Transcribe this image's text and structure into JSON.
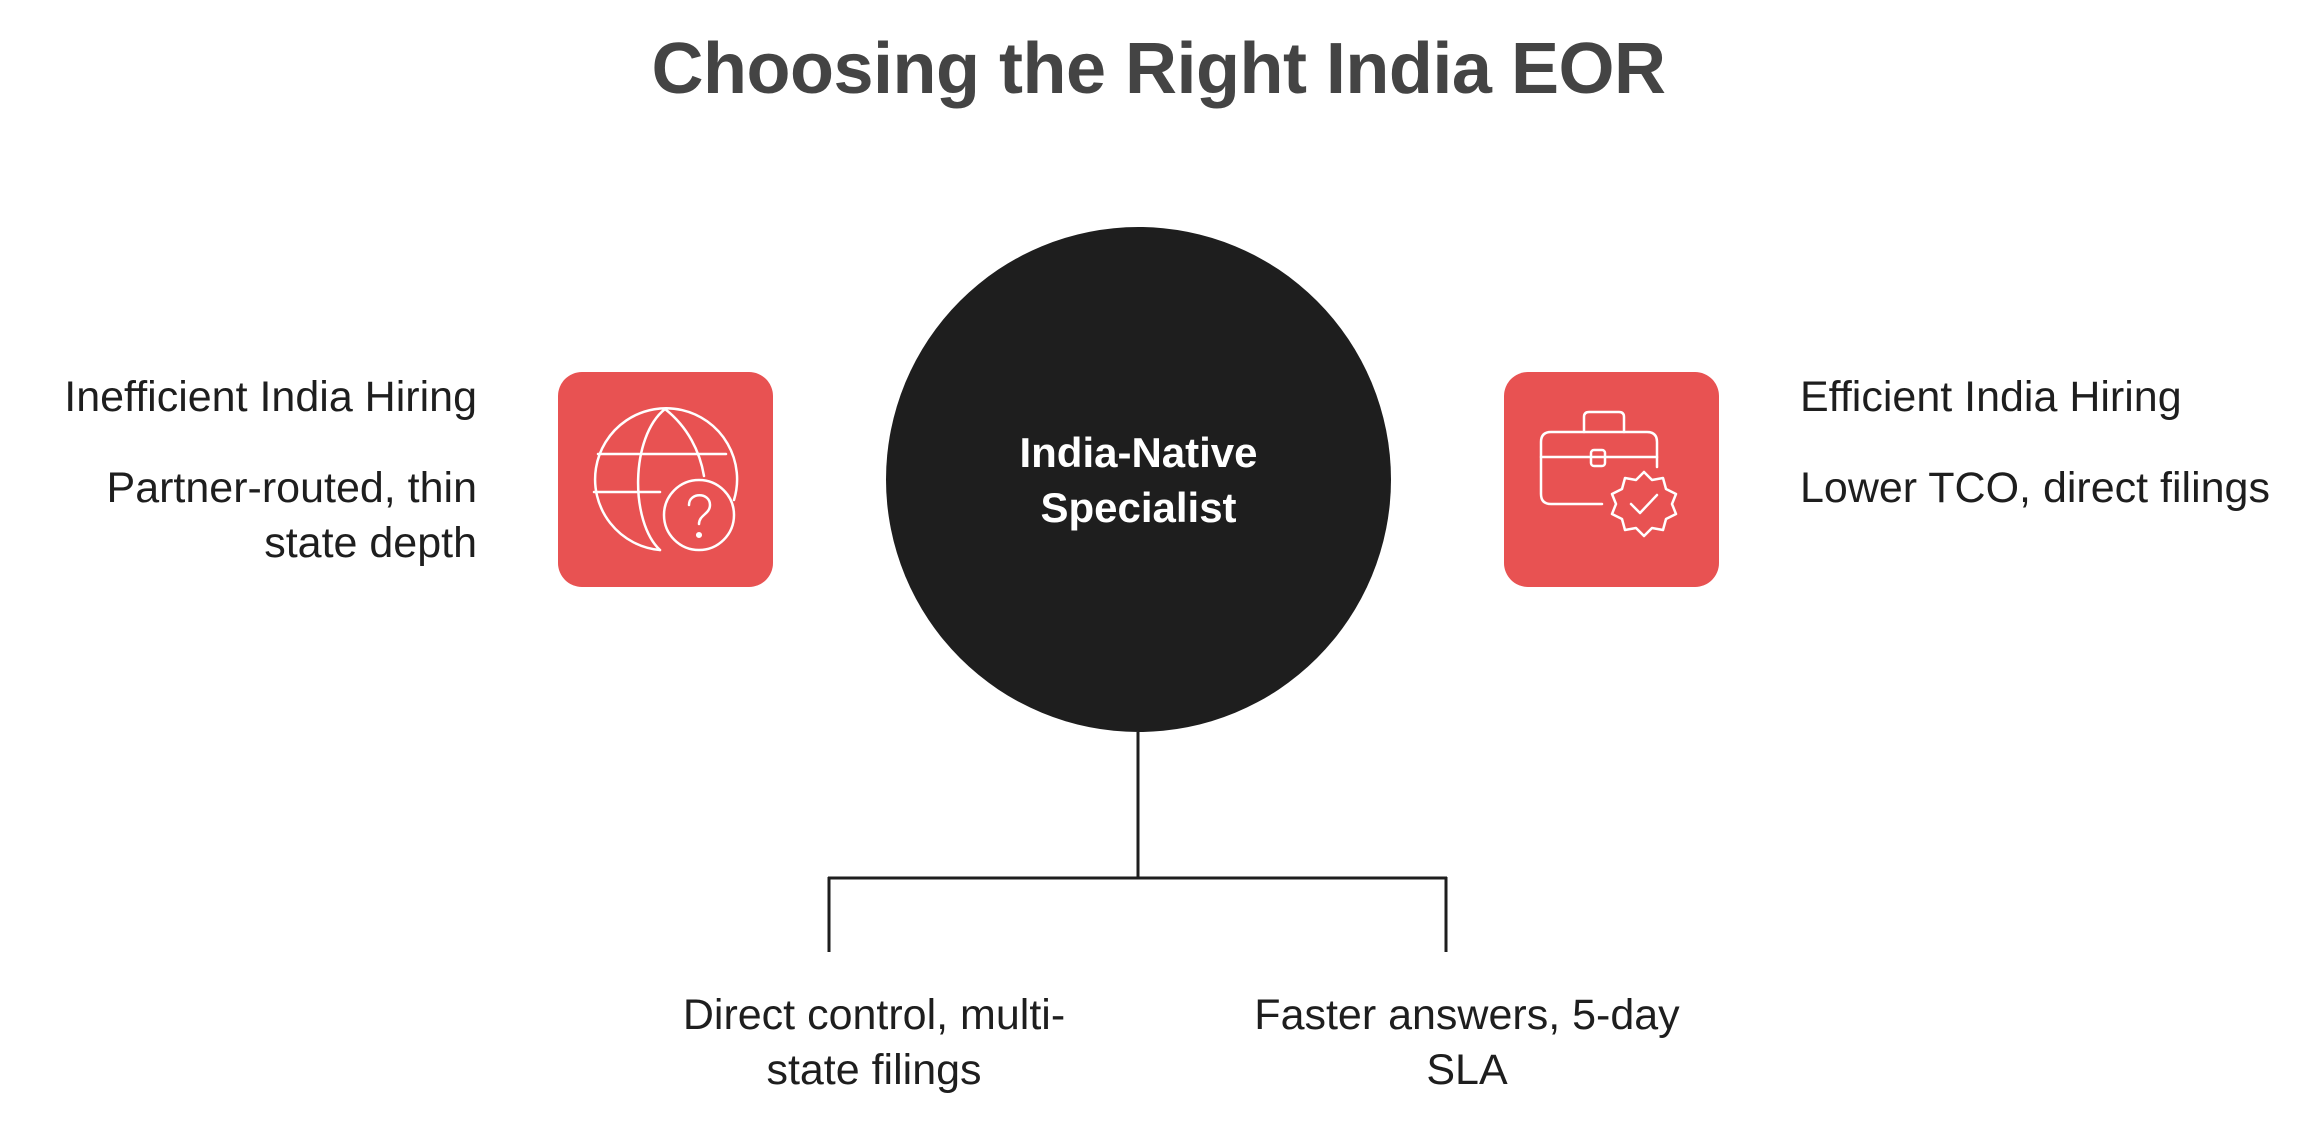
{
  "title": "Choosing the Right India EOR",
  "center": {
    "label": "India-Native Specialist"
  },
  "left": {
    "heading": "Inefficient India Hiring",
    "description": "Partner-routed, thin state depth",
    "icon": "globe-question-icon"
  },
  "right": {
    "heading": "Efficient India Hiring",
    "description": "Lower TCO, direct filings",
    "icon": "briefcase-badge-check-icon"
  },
  "branches": [
    {
      "label": "Direct control, multi-state filings"
    },
    {
      "label": "Faster answers, 5-day SLA"
    }
  ],
  "colors": {
    "title": "#444444",
    "circle": "#1e1e1e",
    "tile": "#e85252",
    "text": "#1e1e1e",
    "icon_stroke": "#ffffff"
  }
}
